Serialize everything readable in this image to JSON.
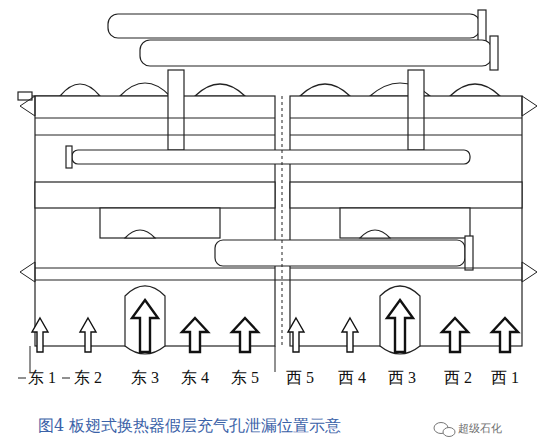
{
  "diagram": {
    "caption": "图4 板翅式换热器假层充气孔泄漏位置示意",
    "labels": [
      "东 1",
      "东 2",
      "东 3",
      "东 4",
      "东 5",
      "西 5",
      "西 4",
      "西 3",
      "西 2",
      "西 1",
      "超级石化"
    ]
  }
}
